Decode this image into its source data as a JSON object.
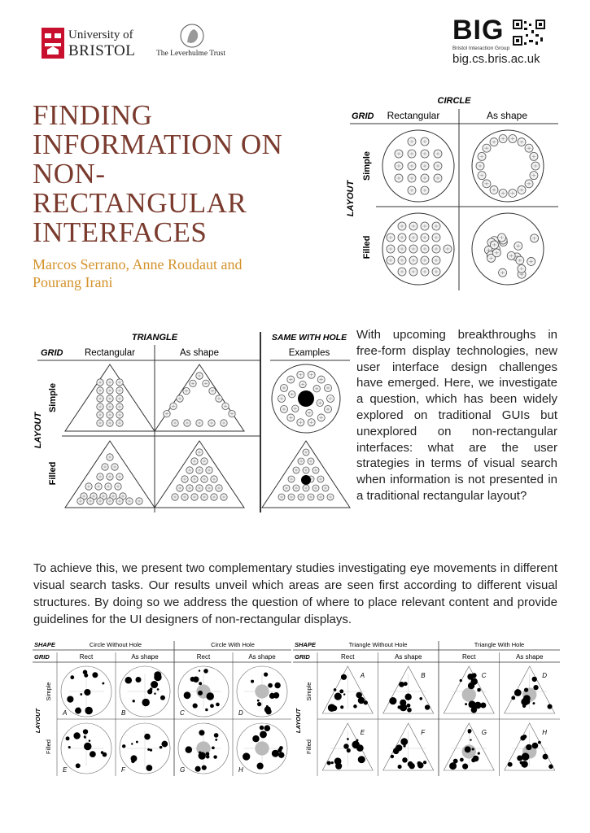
{
  "colors": {
    "title": "#7a3b2e",
    "authors": "#d4922b",
    "text": "#222222",
    "bristol_red": "#c8102e"
  },
  "header": {
    "university_line1": "University of",
    "university_line2": "BRISTOL",
    "trust": "The Leverhulme Trust",
    "big_logo": "BIG",
    "big_subtitle": "Bristol Interaction Group",
    "big_url": "big.cs.bris.ac.uk"
  },
  "title_lines": [
    "FINDING",
    "INFORMATION ON",
    "NON-",
    "RECTANGULAR",
    "INTERFACES"
  ],
  "authors_lines": [
    "Marcos Serrano, Anne Roudaut and",
    "Pourang Irani"
  ],
  "fig_circle": {
    "shape": "CIRCLE",
    "grid": "GRID",
    "col1": "Rectangular",
    "col2": "As shape",
    "layout": "LAYOUT",
    "row1": "Simple",
    "row2": "Filled"
  },
  "fig_triangle": {
    "shape": "TRIANGLE",
    "grid": "GRID",
    "col1": "Rectangular",
    "col2": "As shape",
    "layout": "LAYOUT",
    "row1": "Simple",
    "row2": "Filled",
    "hole_title": "SAME WITH HOLE",
    "hole_sub": "Examples"
  },
  "paragraph1": "With upcoming breakthroughs in free-form display technologies, new user interface design challenges have emerged. Here, we investigate a question, which has been widely explored on traditional GUIs but unexplored on non-rectangular interfaces: what are the user strategies in terms of visual search when information is not presented in a traditional rectangular layout?",
  "paragraph2": "To achieve this, we present two complementary studies investigating eye movements in different visual search tasks. Our results unveil which areas are seen first according to different visual structures. By doing so we address the question of where to place relevant content and provide guidelines for the UI designers of non-rectangular displays.",
  "fig_results_left": {
    "shape": "SHAPE",
    "grid": "GRID",
    "layout": "LAYOUT",
    "row1": "Simple",
    "row2": "Filled",
    "group1": "Circle Without Hole",
    "group2": "Circle With Hole",
    "col_rect": "Rect",
    "col_shape": "As shape",
    "letters": [
      "A",
      "B",
      "C",
      "D",
      "E",
      "F",
      "G",
      "H"
    ]
  },
  "fig_results_right": {
    "shape": "SHAPE",
    "grid": "GRID",
    "layout": "LAYOUT",
    "row1": "Simple",
    "row2": "Filled",
    "group1": "Triangle Without Hole",
    "group2": "Triangle With Hole",
    "col_rect": "Rect",
    "col_shape": "As shape",
    "letters": [
      "A",
      "B",
      "C",
      "D",
      "E",
      "F",
      "G",
      "H"
    ]
  }
}
